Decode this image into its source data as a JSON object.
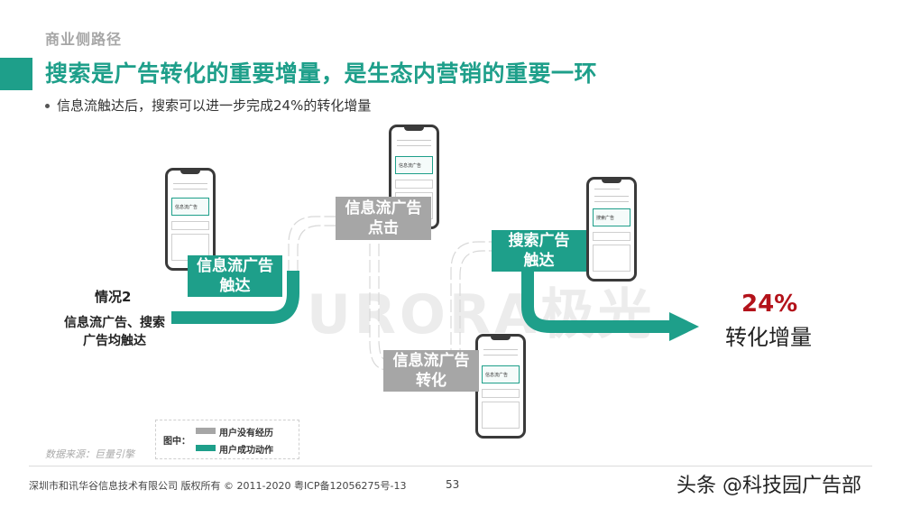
{
  "header": {
    "section_label": "商业侧路径",
    "title": "搜索是广告转化的重要增量，是生态内营销的重要一环",
    "bullet": "信息流触达后，搜索可以进一步完成24%的转化增量"
  },
  "colors": {
    "accent": "#1e9f8a",
    "gray": "#a6a6a6",
    "highlight": "#b3121a"
  },
  "diagram": {
    "case_title": "情况2",
    "case_desc_line1": "信息流广告、搜索",
    "case_desc_line2": "广告均触达",
    "steps": [
      {
        "line1": "信息流广告",
        "line2": "触达",
        "state": "success",
        "phone_ad": "信息流广告"
      },
      {
        "line1": "信息流广告",
        "line2": "点击",
        "state": "not-experienced",
        "phone_ad": "信息流广告"
      },
      {
        "line1": "信息流广告",
        "line2": "转化",
        "state": "not-experienced",
        "phone_ad": "信息流广告"
      },
      {
        "line1": "搜索广告",
        "line2": "触达",
        "state": "success",
        "phone_ad": "搜索广告"
      }
    ],
    "result_value": "24%",
    "result_label": "转化增量",
    "watermark": "URORA极光"
  },
  "legend": {
    "heading": "图中：",
    "items": [
      {
        "label": "用户没有经历",
        "color": "#a6a6a6"
      },
      {
        "label": "用户成功动作",
        "color": "#1e9f8a"
      }
    ]
  },
  "footer": {
    "source": "数据来源：巨量引擎",
    "copyright": "深圳市和讯华谷信息技术有限公司 版权所有 © 2011-2020 粤ICP备12056275号-13",
    "page_number": "53",
    "watermark": "头条 @科技园广告部"
  }
}
